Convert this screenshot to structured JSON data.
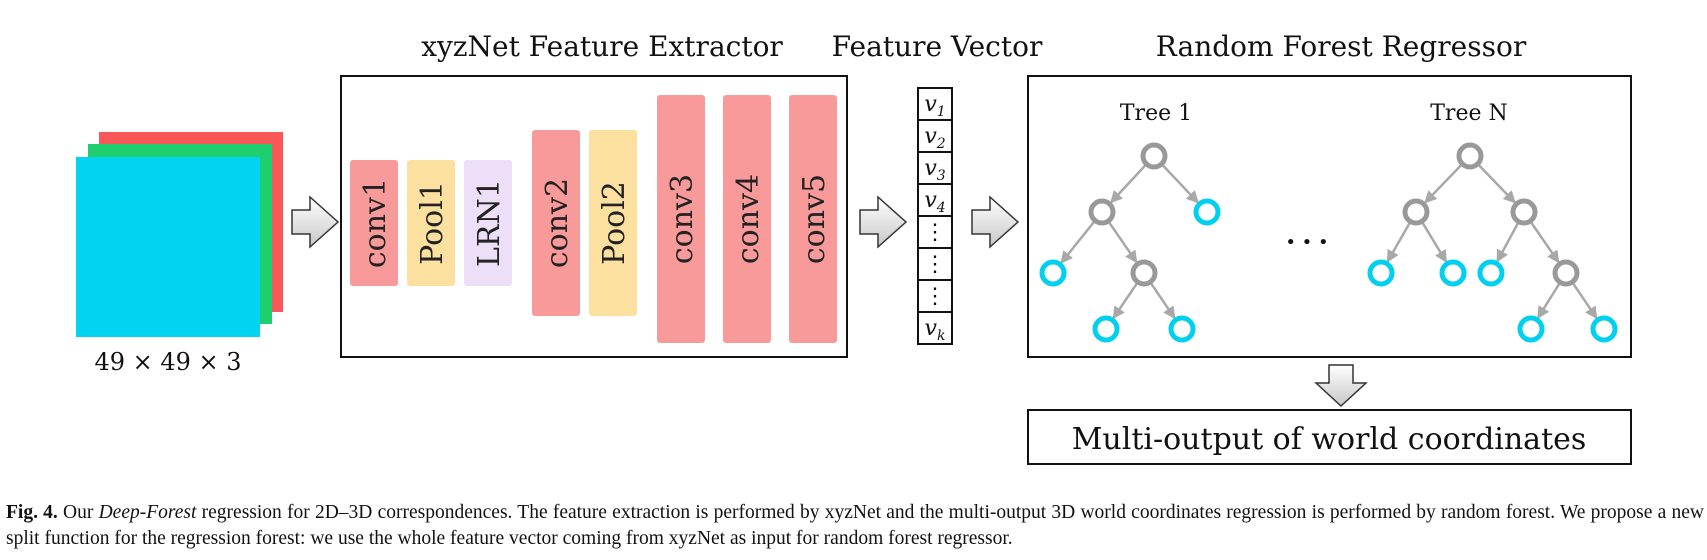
{
  "headers": {
    "extractor": "xyzNet Feature Extractor",
    "vector": "Feature Vector",
    "regressor": "Random Forest Regressor"
  },
  "input": {
    "size_label": "49 × 49 × 3",
    "channel_colors": [
      "#fa5858",
      "#1fcf6f",
      "#00d4f0"
    ]
  },
  "layers": [
    {
      "label": "conv1",
      "color": "#f99a9a"
    },
    {
      "label": "Pool1",
      "color": "#fbe0a0"
    },
    {
      "label": "LRN1",
      "color": "#ecdff7"
    },
    {
      "label": "conv2",
      "color": "#f99a9a"
    },
    {
      "label": "Pool2",
      "color": "#fbe0a0"
    },
    {
      "label": "conv3",
      "color": "#f99a9a"
    },
    {
      "label": "conv4",
      "color": "#f99a9a"
    },
    {
      "label": "conv5",
      "color": "#f99a9a"
    }
  ],
  "vector_cells": [
    {
      "base": "v",
      "sub": "1"
    },
    {
      "base": "v",
      "sub": "2"
    },
    {
      "base": "v",
      "sub": "3"
    },
    {
      "base": "v",
      "sub": "4"
    },
    {
      "base": "⋮",
      "sub": ""
    },
    {
      "base": "⋮",
      "sub": ""
    },
    {
      "base": "⋮",
      "sub": ""
    },
    {
      "base": "v",
      "sub": "k"
    }
  ],
  "forest": {
    "trees": [
      {
        "label": "Tree 1"
      },
      {
        "label": "Tree N"
      }
    ],
    "ellipsis": "• • •",
    "split_node_color": "#999999",
    "leaf_node_color": "#00d0f0"
  },
  "output_label": "Multi-output of world coordinates",
  "caption": {
    "fig_label": "Fig. 4.",
    "part1": " Our ",
    "italic": "Deep-Forest",
    "part2": " regression for 2D–3D correspondences. The feature extraction is performed by xyzNet and the multi-output 3D world coordinates regression is performed by random forest. We propose a new split function for the regression forest: we use the whole feature vector coming from xyzNet as input for random forest regressor."
  }
}
